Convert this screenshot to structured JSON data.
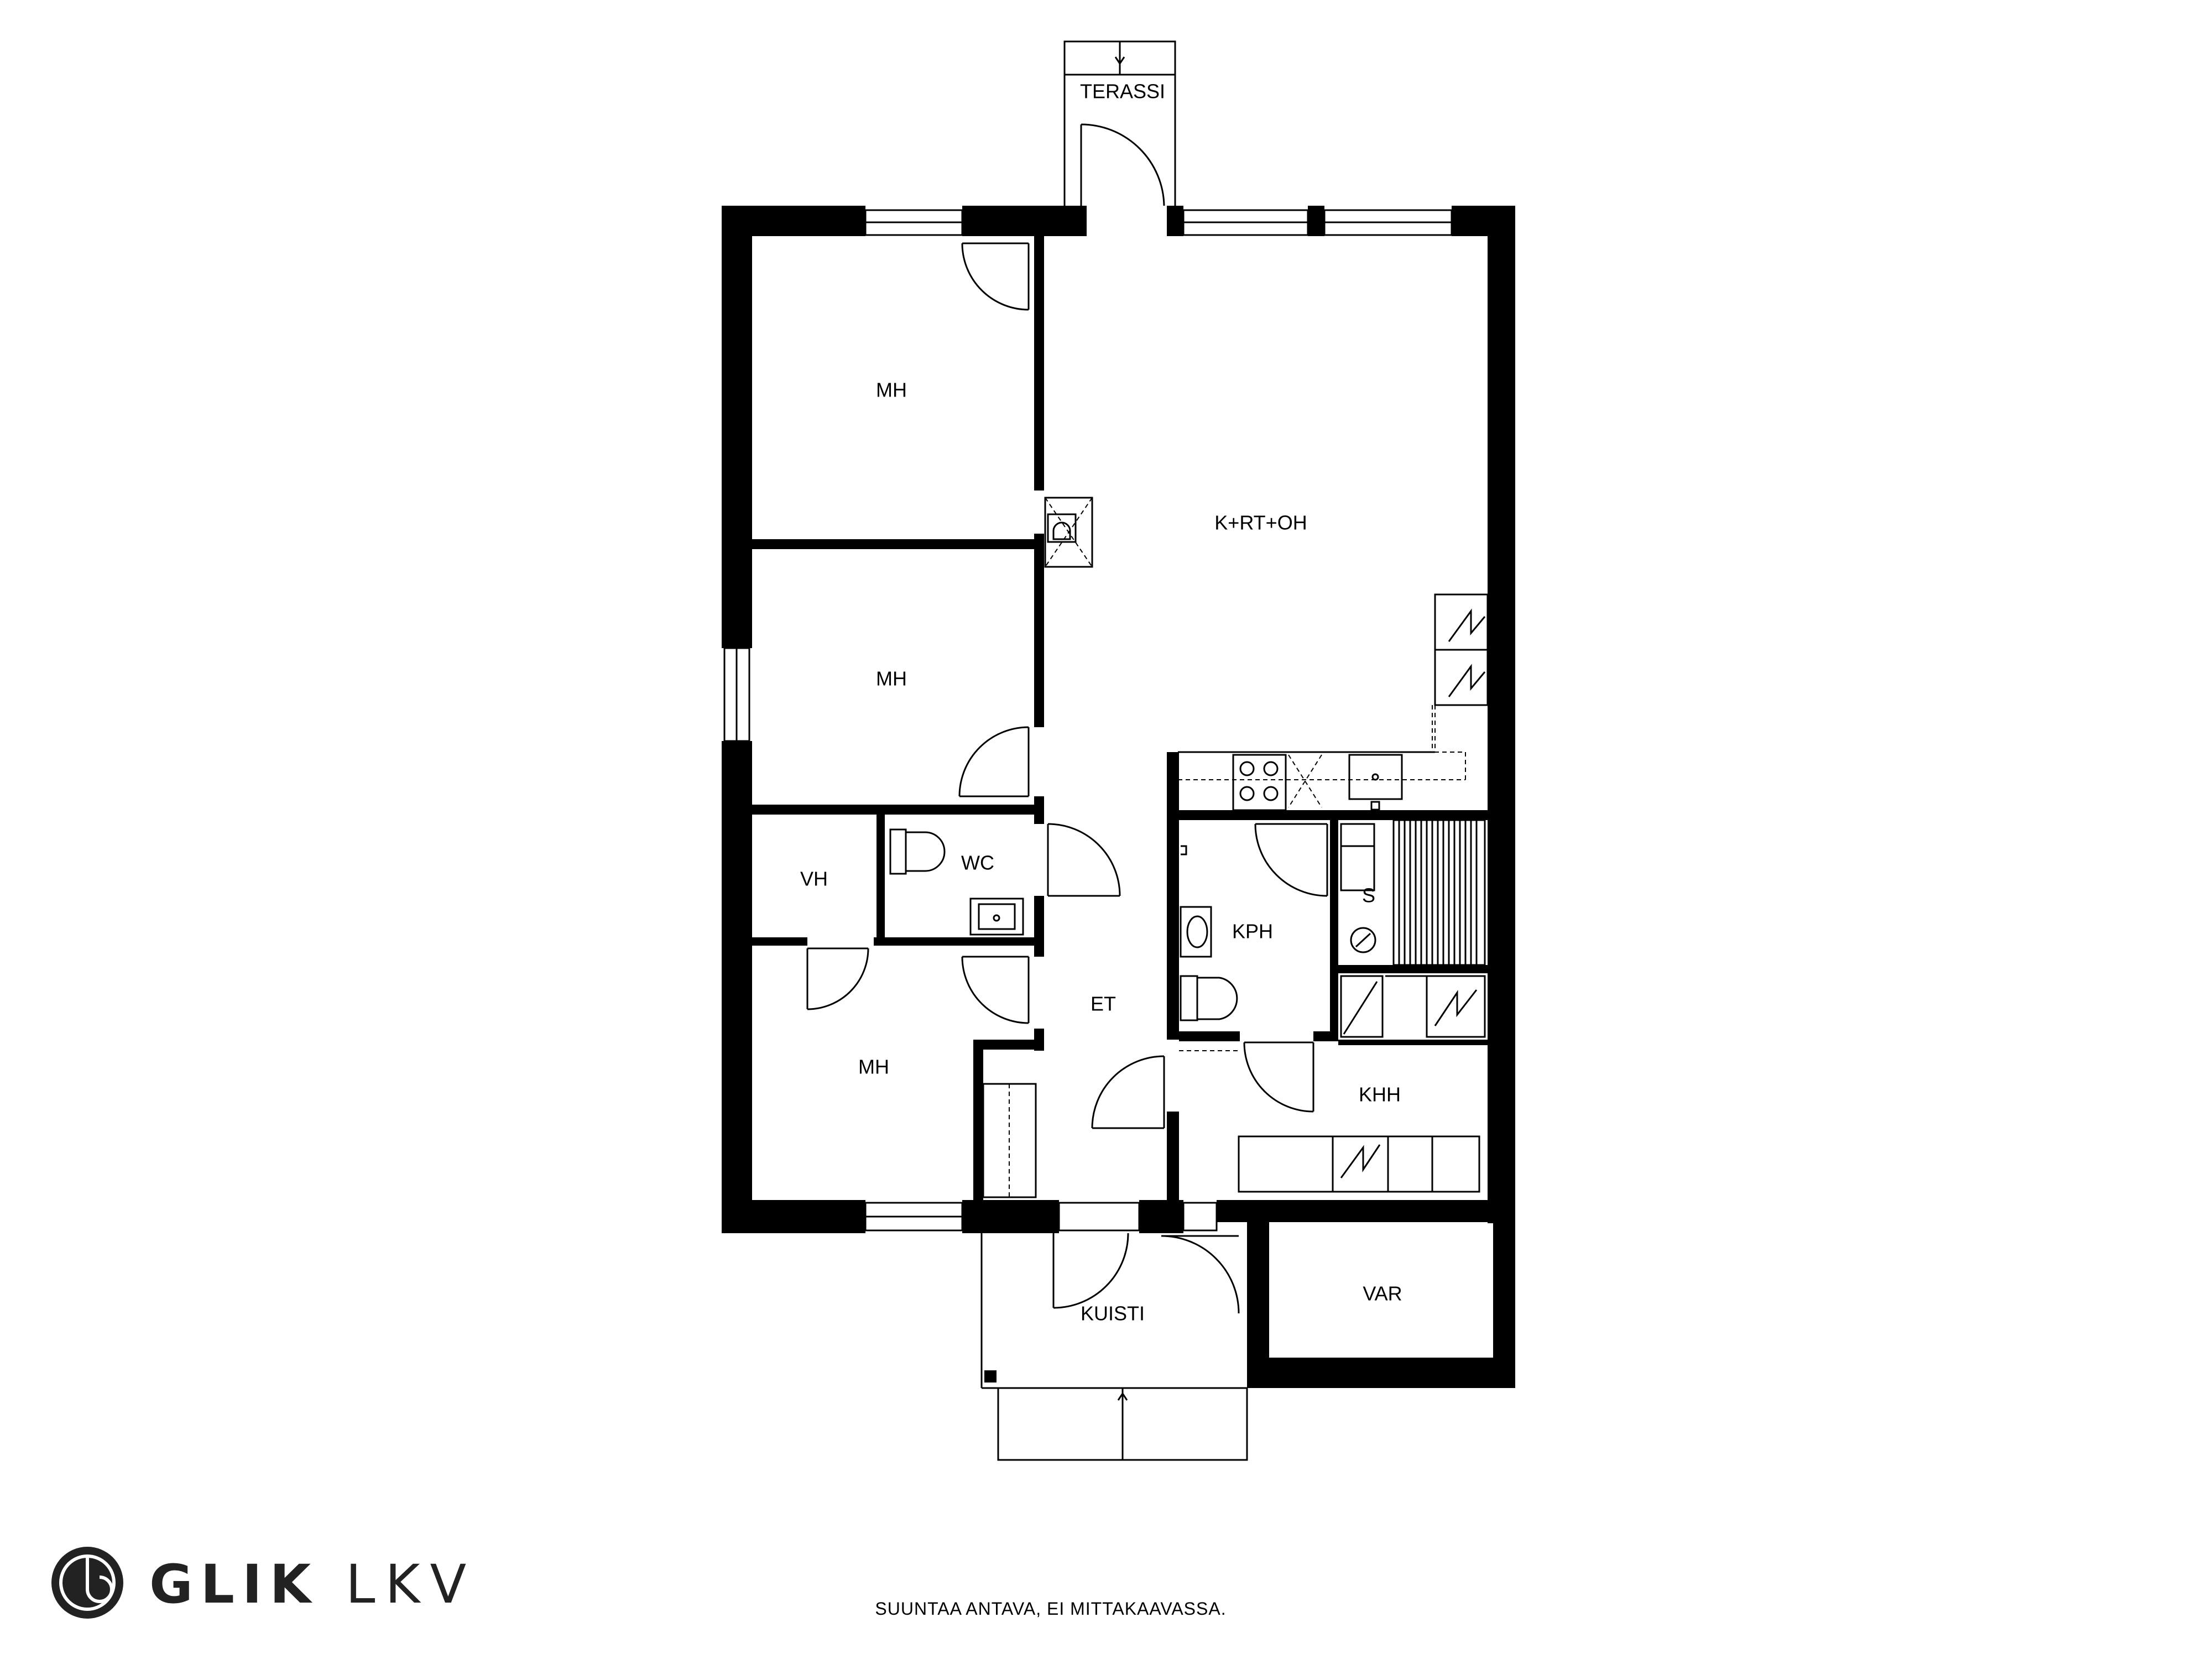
{
  "rooms": {
    "terassi": "TERASSI",
    "mh_top": "MH",
    "mh_middle": "MH",
    "living": "K+RT+OH",
    "vh": "VH",
    "wc": "WC",
    "kph": "KPH",
    "sauna": "S",
    "et": "ET",
    "mh_bottom": "MH",
    "khh": "KHH",
    "kuisti": "KUISTI",
    "var": "VAR"
  },
  "logo": {
    "name": "GLIK",
    "suffix": "LKV"
  },
  "footer": {
    "note": "SUUNTAA ANTAVA, EI MITTAKAAVASSA."
  },
  "colors": {
    "walls": "#000000",
    "background": "#ffffff",
    "logo": "#222222"
  }
}
